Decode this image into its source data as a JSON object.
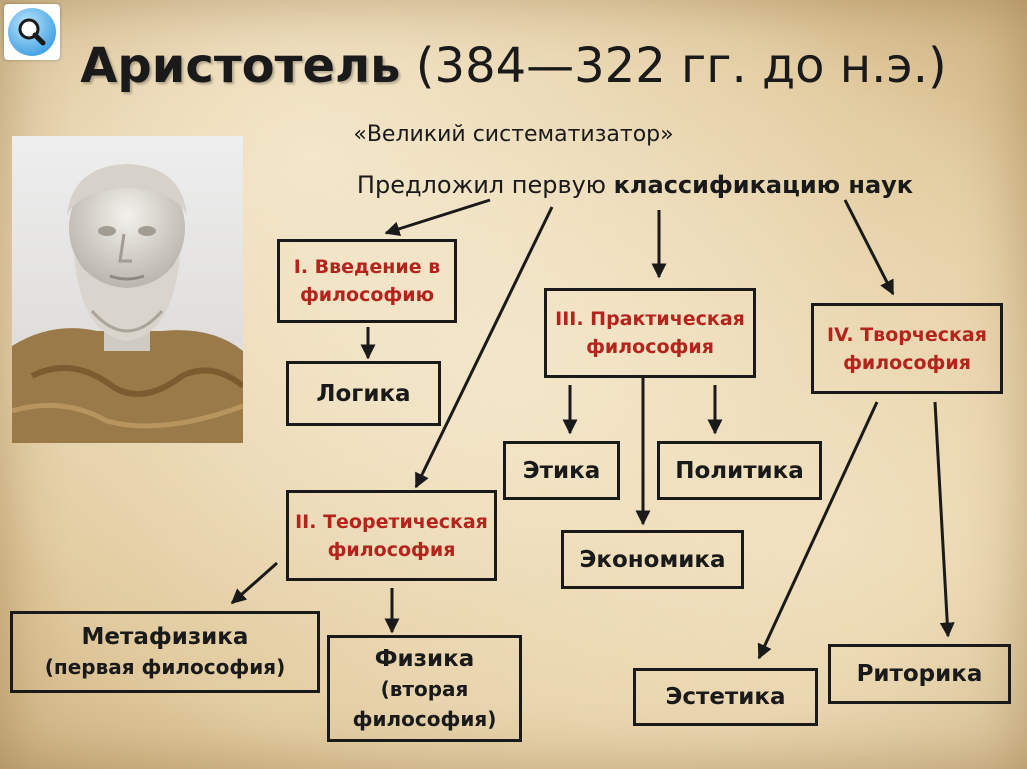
{
  "header": {
    "title_name": "Аристотель",
    "title_dates": "(384—322 гг. до н.э.)",
    "subtitle": "«Великий систематизатор»",
    "intro_plain": "Предложил первую ",
    "intro_bold": "классификацию наук"
  },
  "icons": {
    "magnifier": "magnifier-icon",
    "portrait": "aristotle-bust-image"
  },
  "colors": {
    "branch_text": "#b4241c",
    "leaf_text": "#1a1a1a",
    "background": "#e6d3ad"
  },
  "branches": {
    "intro_branch": [
      "I. Введение в",
      "философию"
    ],
    "theoretical": [
      "II. Теоретическая",
      "философия"
    ],
    "practical": [
      "III. Практическая",
      "философия"
    ],
    "creative": [
      "IV. Творческая",
      "философия"
    ]
  },
  "leaves": {
    "logic": "Логика",
    "metaphysics": [
      "Метафизика",
      "(первая философия)"
    ],
    "physics": [
      "Физика",
      "(вторая",
      "философия)"
    ],
    "ethics": "Этика",
    "politics": "Политика",
    "economics": "Экономика",
    "aesthetics": "Эстетика",
    "rhetoric": "Риторика"
  }
}
